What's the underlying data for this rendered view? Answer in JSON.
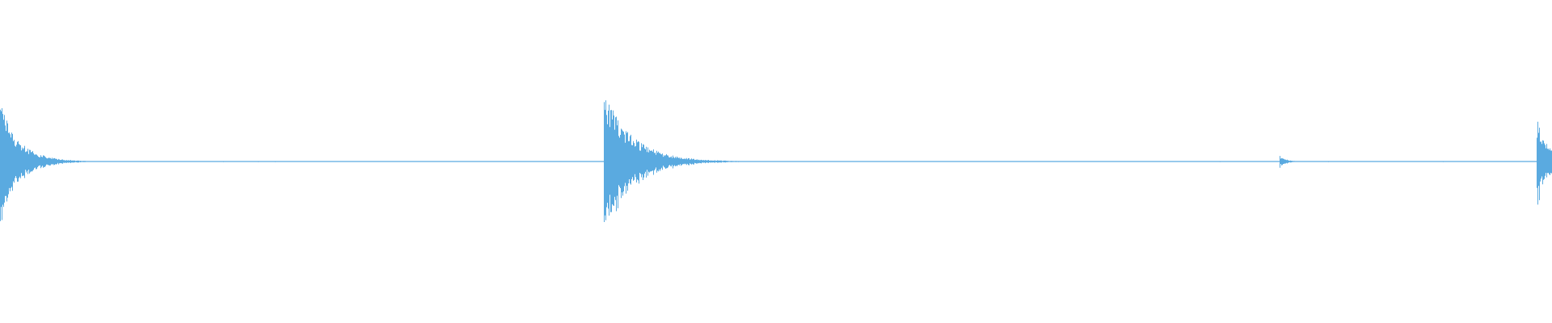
{
  "waveform": {
    "color": "#5aaae0",
    "background": "#ffffff",
    "transients": [
      {
        "position": 0.0,
        "peak": 0.38,
        "decay": 0.012,
        "noise": 0.06
      },
      {
        "position": 0.389,
        "peak": 0.44,
        "decay": 0.018,
        "noise": 0.08
      },
      {
        "position": 0.824,
        "peak": 0.04,
        "decay": 0.004,
        "noise": 0.01
      },
      {
        "position": 0.99,
        "peak": 0.27,
        "decay": 0.008,
        "noise": 0.1
      }
    ],
    "noise_floor": 0.003
  }
}
